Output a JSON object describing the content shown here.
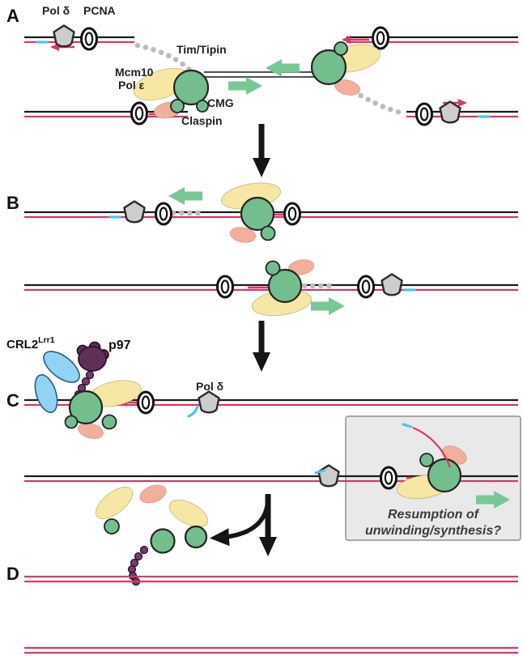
{
  "colors": {
    "cmg-green": "#74bd8d",
    "accessory-yellow": "#f7e7a4",
    "claspin-salmon": "#f2b09c",
    "pold-gray": "#cdcdcd",
    "dna-black": "#1c1c1c",
    "dna-red": "#d63a64",
    "arrow-green": "#7ac795",
    "crl2-blue": "#92d2f2",
    "p97-purple": "#5f2f55",
    "ubiquitin-purple": "#713c66",
    "primer-cyan": "#4fc3e8",
    "dot-gray": "#bcbcbc",
    "box-gray": "#e9e9e9"
  },
  "figure": {
    "panel_a": {
      "label": "A",
      "pol_delta": "Pol δ",
      "pcna": "PCNA",
      "tim_tipin": "Tim/Tipin",
      "mcm10": "Mcm10",
      "pol_epsilon": "Pol ε",
      "cmg": "CMG",
      "claspin": "Claspin"
    },
    "panel_b": {
      "label": "B"
    },
    "panel_c": {
      "label": "C",
      "crl2": "CRL2",
      "crl2_sup": "Lrr1",
      "p97": "p97",
      "pol_delta": "Pol δ",
      "box_line1": "Resumption of",
      "box_line2": "unwinding/synthesis?"
    },
    "panel_d": {
      "label": "D"
    }
  }
}
